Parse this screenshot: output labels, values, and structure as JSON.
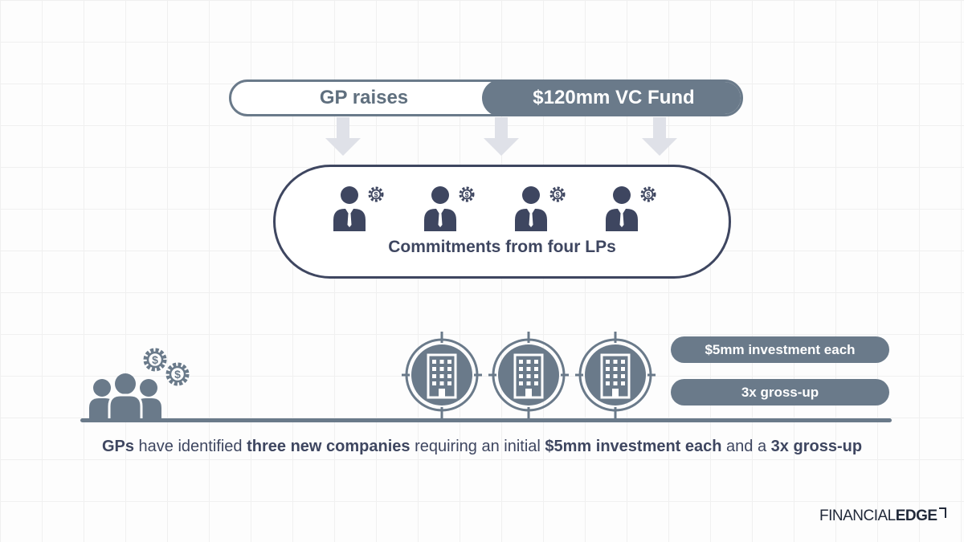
{
  "top_pill": {
    "left_label": "GP raises",
    "right_label": "$120mm VC Fund"
  },
  "lp_box": {
    "caption": "Commitments from four LPs"
  },
  "bars": {
    "investment": "$5mm investment each",
    "grossup": "3x gross-up"
  },
  "caption": {
    "p1": "GPs",
    "p2": " have identified ",
    "p3": "three new companies",
    "p4": " requiring an initial ",
    "p5": "$5mm investment each",
    "p6": " and a ",
    "p7": "3x gross-up"
  },
  "logo": {
    "part1": "FINANCIAL",
    "part2": "EDGE"
  },
  "icons": {
    "arrow": "down-arrow-icon",
    "lp": "investor-icon",
    "team": "gp-team-icon",
    "company": "building-icon",
    "gear": "dollar-gear-icon"
  },
  "colors": {
    "navy": "#3e4660",
    "slate": "#6a7a8a",
    "arrow": "#dfe1e8"
  }
}
